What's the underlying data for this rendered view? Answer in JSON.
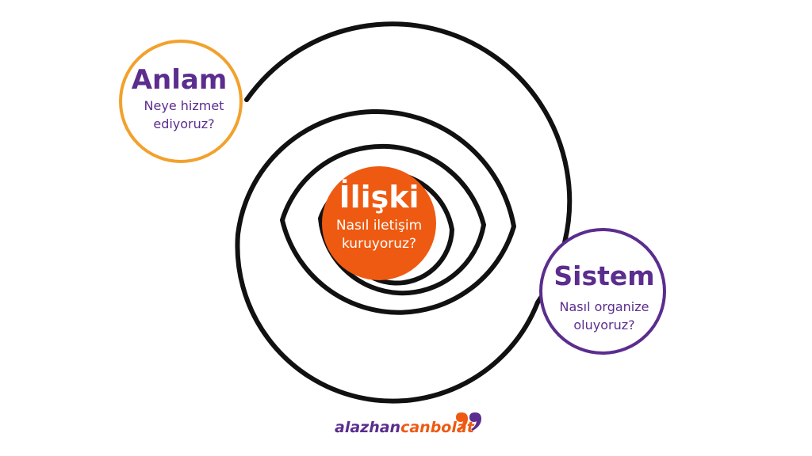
{
  "diagram": {
    "nodes": {
      "anlam": {
        "title": "Anlam",
        "subtitle_line1": "Neye hizmet",
        "subtitle_line2": "ediyoruz?",
        "ring_color": "#f2a12c",
        "text_color": "#5b2d8e"
      },
      "iliski": {
        "title": "İlişki",
        "subtitle_line1": "Nasıl iletişim",
        "subtitle_line2": "kuruyoruz?",
        "fill_color": "#ee5a11",
        "text_color": "#ffffff"
      },
      "sistem": {
        "title": "Sistem",
        "subtitle_line1": "Nasıl organize",
        "subtitle_line2": "oluyoruz?",
        "ring_color": "#5b2d8e",
        "text_color": "#5b2d8e"
      }
    },
    "spiral_color": "#111111"
  },
  "branding": {
    "logo_part1": "alazhan",
    "logo_part2": "canbolat",
    "logo_part1_color": "#5b2d8e",
    "logo_part2_color": "#ee5a11"
  }
}
